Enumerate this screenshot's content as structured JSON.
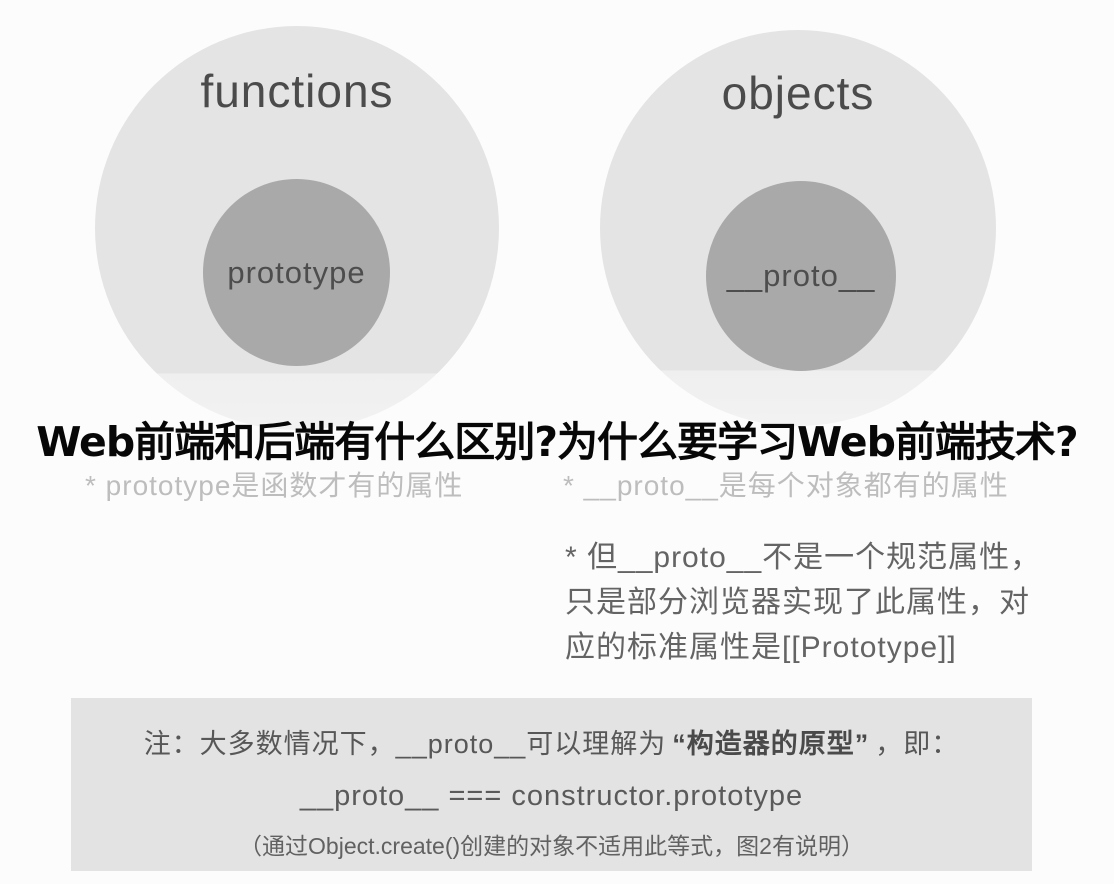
{
  "diagram": {
    "left_circle": {
      "title": "functions",
      "inner_label": "prototype"
    },
    "right_circle": {
      "title": "objects",
      "inner_label": "__proto__"
    }
  },
  "headline": "Web前端和后端有什么区别?为什么要学习Web前端技术?",
  "annotations": {
    "left_note": "* prototype是函数才有的属性",
    "right_note": "* __proto__是每个对象都有的属性",
    "proto_paragraph": [
      "* 但__proto__不是一个规范属性，",
      "只是部分浏览器实现了此属性，对",
      "应的标准属性是[[Prototype]]"
    ]
  },
  "note_box": {
    "line1_prefix": "注：大多数情况下，__proto__可以理解为",
    "line1_bold": "“构造器的原型”",
    "line1_suffix": "，即：",
    "line2": "__proto__ === constructor.prototype",
    "line3": "（通过Object.create()创建的对象不适用此等式，图2有说明）"
  },
  "colors": {
    "background": "#fcfcfc",
    "outer_circle": "#e4e4e4",
    "inner_circle": "#a9a9a9",
    "headline_text": "#070707",
    "note_gray_text": "#bdbdbd",
    "paragraph_text": "#646464",
    "note_box_background": "#e3e3e3",
    "note_box_text": "#575757"
  }
}
